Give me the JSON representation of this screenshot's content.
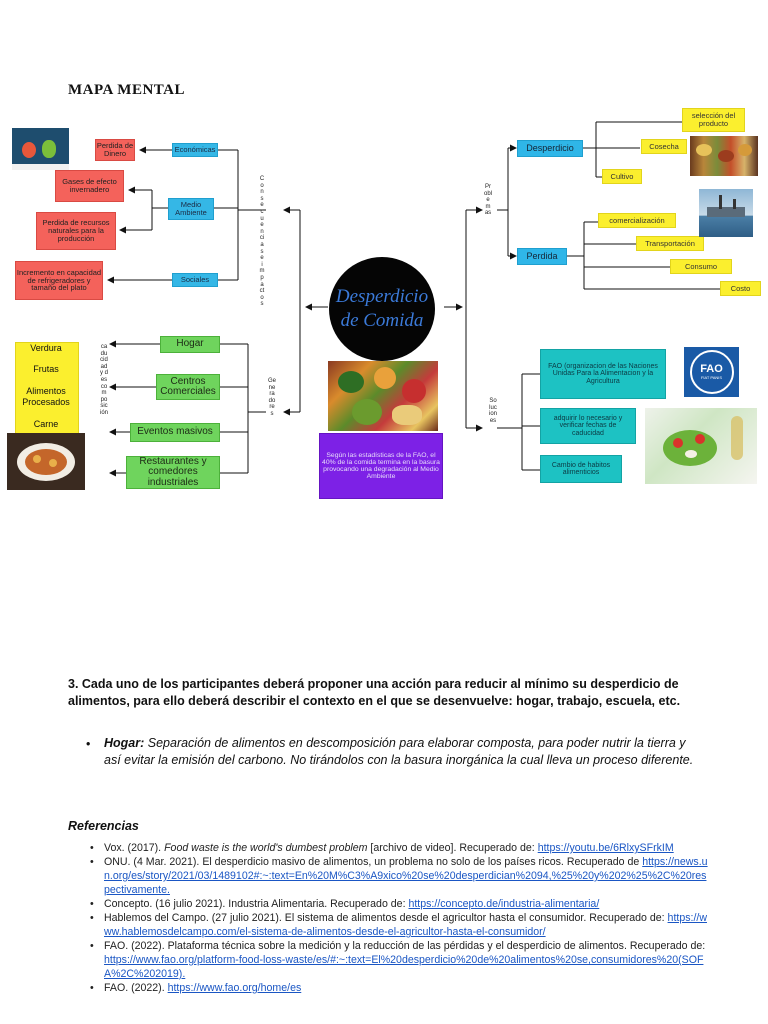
{
  "title": "MAPA  MENTAL",
  "central": {
    "line1": "Desperdicio",
    "line2": "de Comida"
  },
  "central_note": "Según las estadísticas de la FAO, el 40% de la comida termina en la basura provocando una degradación al Medio Ambiente",
  "left_top": {
    "label": "Consecuencias e impactos",
    "categories": [
      "Económicas",
      "Medio Ambiente",
      "Sociales"
    ],
    "effects": [
      "Perdida de Dinero",
      "Gases de efecto invernadero",
      "Perdida de recursos naturales para la producción",
      "Incremento en capacidad de refrigeradores y tamaño del plato"
    ]
  },
  "left_bottom": {
    "label": "Generadores",
    "items": [
      "Hogar",
      "Centros Comerciales",
      "Eventos masivos",
      "Restaurantes y comedores industriales"
    ],
    "side_label": "caducidad y descomposición",
    "foods": [
      "Verdura",
      "Frutas",
      "Alimentos Procesados",
      "Carne"
    ]
  },
  "right_top": {
    "label": "Problemas",
    "desperdicio": "Desperdicio",
    "desperdicio_items": [
      "selección del producto",
      "Cosecha",
      "Cultivo"
    ],
    "perdida": "Perdida",
    "perdida_items": [
      "comercialización",
      "Transportación",
      "Consumo",
      "Costo"
    ]
  },
  "right_bottom": {
    "label": "Soluciones",
    "items": [
      "FAO (organizacion de las Naciones Unidas Para la Alimentacion y la Agricultura",
      "adquirir lo necesario y verificar fechas de caducidad",
      "Cambio de habitos alimenticios"
    ],
    "fao_logo": "FAO",
    "fao_logo_sub": "FIAT PANIS"
  },
  "question": "3. Cada uno de los participantes deberá proponer una acción para reducir al mínimo su desperdicio de alimentos, para ello deberá describir el contexto en el que se desenvuelve: hogar, trabajo, escuela, etc.",
  "answer": {
    "label": "Hogar:",
    "text": " Separación de alimentos en descomposición para elaborar composta, para poder nutrir la tierra y así evitar la emisión del carbono. No tirándolos con la basura inorgánica la cual lleva un proceso diferente."
  },
  "references_title": "Referencias",
  "references": [
    {
      "pre": "Vox. (2017). ",
      "italic": "Food waste is the world's dumbest problem",
      "post": " [archivo de video]. Recuperado de: ",
      "link": "https://youtu.be/6RlxySFrkIM"
    },
    {
      "pre": "ONU. (4 Mar. 2021). El desperdicio masivo de alimentos, un problema no solo de los países ricos. Recuperado de ",
      "italic": "",
      "post": "",
      "link": "https://news.un.org/es/story/2021/03/1489102#:~:text=En%20M%C3%A9xico%20se%20desperdician%2094,%25%20y%202%25%2C%20respectivamente."
    },
    {
      "pre": "Concepto. (16 julio 2021). Industria Alimentaria. Recuperado de: ",
      "italic": "",
      "post": "",
      "link": "https://concepto.de/industria-alimentaria/"
    },
    {
      "pre": "Hablemos del Campo. (27 julio 2021). El sistema de alimentos desde el agricultor hasta el consumidor. Recuperado de: ",
      "italic": "",
      "post": "",
      "link": "https://www.hablemosdelcampo.com/el-sistema-de-alimentos-desde-el-agricultor-hasta-el-consumidor/"
    },
    {
      "pre": "FAO. (2022). Plataforma técnica sobre la medición y la reducción de las pérdidas y el desperdicio de alimentos. Recuperado de: ",
      "italic": "",
      "post": "",
      "link": "https://www.fao.org/platform-food-loss-waste/es/#:~:text=El%20desperdicio%20de%20alimentos%20se,consumidores%20(SOFA%2C%202019)."
    },
    {
      "pre": "FAO. (2022). ",
      "italic": "",
      "post": "",
      "link": "https://www.fao.org/home/es"
    }
  ]
}
